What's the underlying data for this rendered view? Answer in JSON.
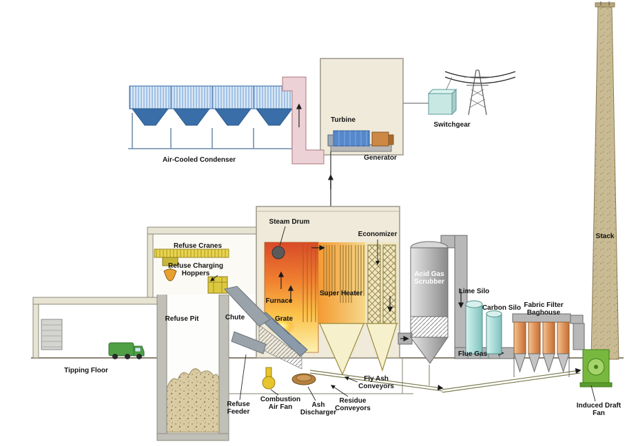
{
  "diagram": {
    "labels": {
      "air_cooled_condenser": "Air-Cooled Condenser",
      "turbine": "Turbine",
      "generator": "Generator",
      "switchgear": "Switchgear",
      "steam_drum": "Steam Drum",
      "economizer": "Economizer",
      "refuse_cranes": "Refuse Cranes",
      "refuse_charging_hoppers": [
        "Refuse Charging",
        "Hoppers"
      ],
      "refuse_pit": "Refuse Pit",
      "tipping_floor": "Tipping Floor",
      "chute": "Chute",
      "furnace": "Furnace",
      "grate": "Grate",
      "super_heater": "Super Heater",
      "acid_gas_scrubber": [
        "Acid Gas",
        "Scrubber"
      ],
      "lime_silo": "Lime Silo",
      "carbon_silo": "Carbon Silo",
      "fabric_filter_baghouse": [
        "Fabric Filter",
        "Baghouse"
      ],
      "flue_gas": "Flue Gas",
      "stack": "Stack",
      "fly_ash_conveyors": [
        "Fly Ash",
        "Conveyors"
      ],
      "refuse_feeder": [
        "Refuse",
        "Feeder"
      ],
      "combustion_air_fan": [
        "Combustion",
        "Air Fan"
      ],
      "ash_discharger": [
        "Ash",
        "Discharger"
      ],
      "residue_conveyors": [
        "Residue",
        "Conveyors"
      ],
      "induced_draft_fan": [
        "Induced Draft",
        "Fan"
      ]
    },
    "colors": {
      "condenser_fan_blue": "#3a6ea8",
      "steam_duct_pink": "#ecd2d6",
      "furnace_orange": "#f08030",
      "scrubber_grey": "#b0b0b0",
      "silo_cyan": "#a8dcd8",
      "baghouse_orange": "#e0955c",
      "id_fan_green": "#8cc63f",
      "stack_tan": "#c9bb94",
      "crane_yellow": "#e8d44d",
      "building_cream": "#efead9"
    }
  }
}
